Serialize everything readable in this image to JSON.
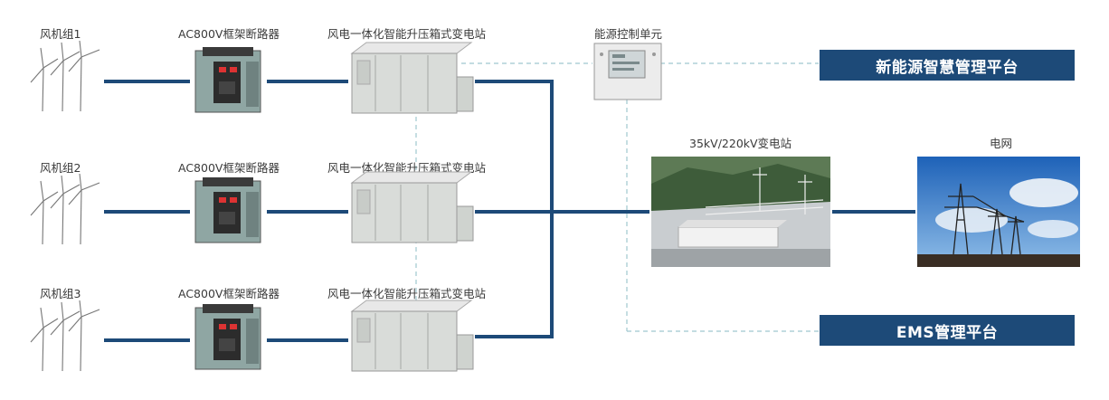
{
  "rows": [
    {
      "turbine_label": "风机组1",
      "breaker_label": "AC800V框架断路器",
      "substation_label": "风电一体化智能升压箱式变电站"
    },
    {
      "turbine_label": "风机组2",
      "breaker_label": "AC800V框架断路器",
      "substation_label": "风电一体化智能升压箱式变电站"
    },
    {
      "turbine_label": "风机组3",
      "breaker_label": "AC800V框架断路器",
      "substation_label": "风电一体化智能升压箱式变电站"
    }
  ],
  "energy_control_unit": {
    "label": "能源控制单元"
  },
  "main_substation": {
    "label": "35kV/220kV变电站"
  },
  "grid": {
    "label": "电网"
  },
  "platforms": {
    "new_energy": "新能源智慧管理平台",
    "ems": "EMS管理平台"
  },
  "colors": {
    "main_line": "#1d4a78",
    "dashed_line": "#9fc7cf",
    "platform_bg": "#1d4a78"
  }
}
